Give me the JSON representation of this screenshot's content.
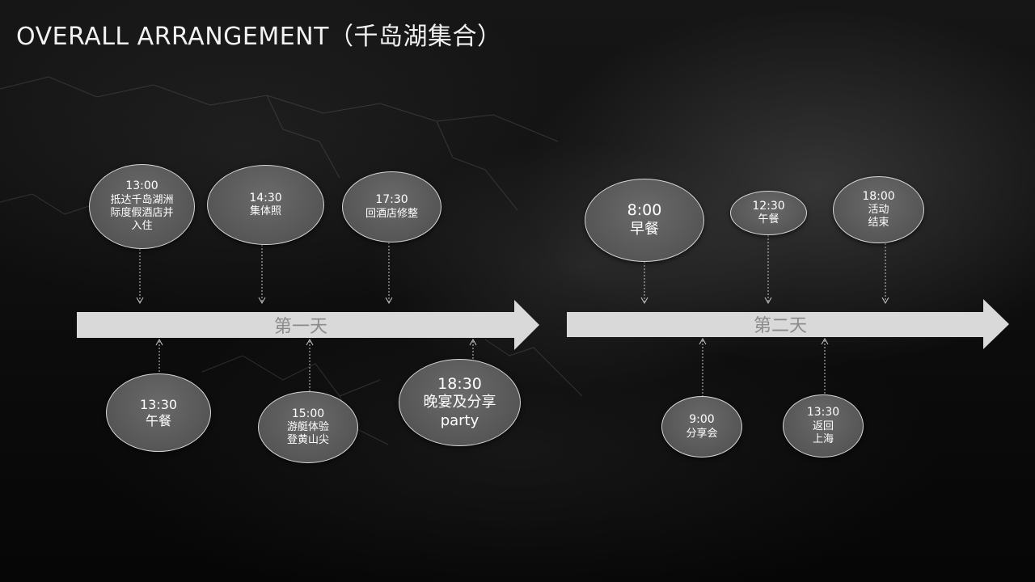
{
  "slide": {
    "title": "OVERALL ARRANGEMENT（千岛湖集合）"
  },
  "timeline": {
    "day1_label": "第一天",
    "day2_label": "第二天",
    "arrow_color": "#d9d9d9",
    "bubble_color": "#595959"
  },
  "events": {
    "e1300": {
      "time": "13:00",
      "desc": "抵达千岛湖洲\n际度假酒店并\n入住"
    },
    "e1430": {
      "time": "14:30",
      "desc": "集体照"
    },
    "e1730": {
      "time": "17:30",
      "desc": "回酒店修整"
    },
    "e1330a": {
      "time": "13:30",
      "desc": "午餐"
    },
    "e1500": {
      "time": "15:00",
      "desc": "游艇体验\n登黄山尖"
    },
    "e1830": {
      "time": "18:30",
      "desc": "晚宴及分享\nparty"
    },
    "e0800": {
      "time": "8:00",
      "desc": "早餐"
    },
    "e1230": {
      "time": "12:30",
      "desc": "午餐"
    },
    "e1800": {
      "time": "18:00",
      "desc": "活动\n结束"
    },
    "e0900": {
      "time": "9:00",
      "desc": "分享会"
    },
    "e1330b": {
      "time": "13:30",
      "desc": "返回\n上海"
    }
  }
}
